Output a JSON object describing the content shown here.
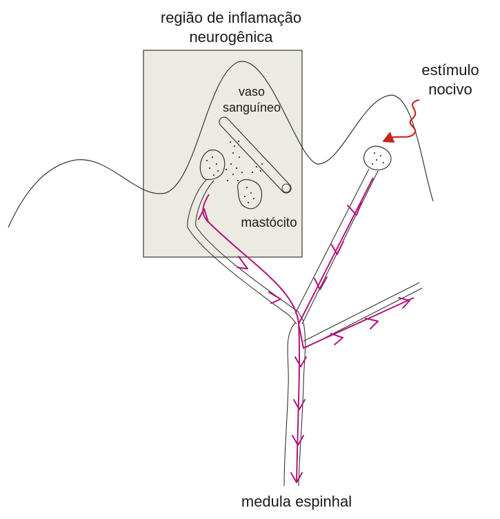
{
  "labels": {
    "region_line1": "região de inflamação",
    "region_line2": "neurogênica",
    "stimulus_line1": "estímulo",
    "stimulus_line2": "nocivo",
    "vessel_line1": "vaso",
    "vessel_line2": "sanguíneo",
    "mast_cell": "mastócito",
    "spinal_cord": "medula espinhal"
  },
  "colors": {
    "impulse_arrows": "#b3127a",
    "stimulus_arrow": "#c4281c",
    "region_box_fill": "#ecebe2",
    "outline": "#333333"
  }
}
